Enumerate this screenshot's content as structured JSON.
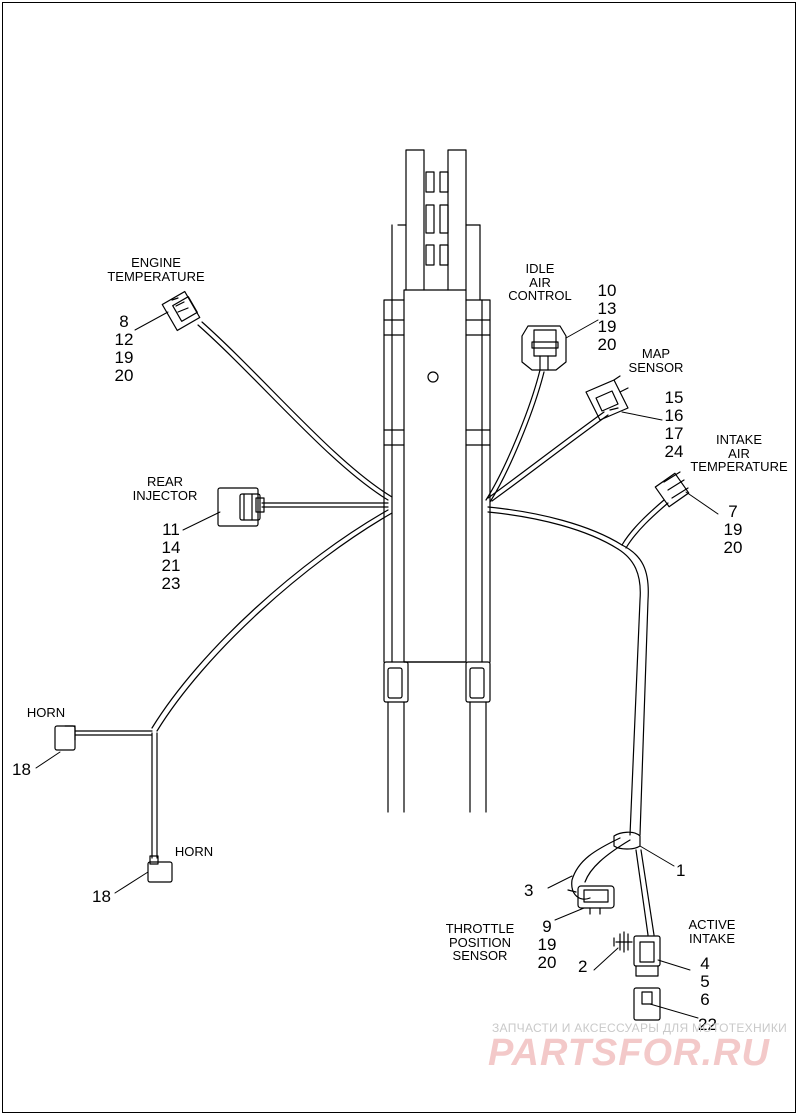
{
  "labels": {
    "engine_temperature": {
      "name": "ENGINE\nTEMPERATURE",
      "refs": "8\n12\n19\n20"
    },
    "rear_injector": {
      "name": "REAR\nINJECTOR",
      "refs": "11\n14\n21\n23"
    },
    "idle_air_control": {
      "name": "IDLE\nAIR\nCONTROL",
      "refs": "10\n13\n19\n20"
    },
    "map_sensor": {
      "name": "MAP\nSENSOR",
      "refs": "15\n16\n17\n24"
    },
    "intake_air_temperature": {
      "name": "INTAKE\nAIR\nTEMPERATURE",
      "refs": "7\n19\n20"
    },
    "horn_upper": {
      "name": "HORN",
      "ref": "18"
    },
    "horn_lower": {
      "name": "HORN",
      "ref": "18"
    },
    "harness": {
      "ref": "1"
    },
    "harness_clip": {
      "ref": "3"
    },
    "throttle_position_sensor": {
      "name": "THROTTLE\nPOSITION\nSENSOR",
      "refs": "9\n19\n20"
    },
    "active_intake": {
      "name": "ACTIVE\nINTAKE",
      "refs": "4\n5\n6"
    },
    "push_clip": {
      "ref": "2"
    },
    "cap": {
      "ref": "22"
    }
  },
  "watermark": {
    "line1": "ЗАПЧАСТИ И АКСЕССУАРЫ ДЛЯ МОТОТЕХНИКИ",
    "line2": "PARTSFOR.RU",
    "color": "#f3c9c9"
  }
}
